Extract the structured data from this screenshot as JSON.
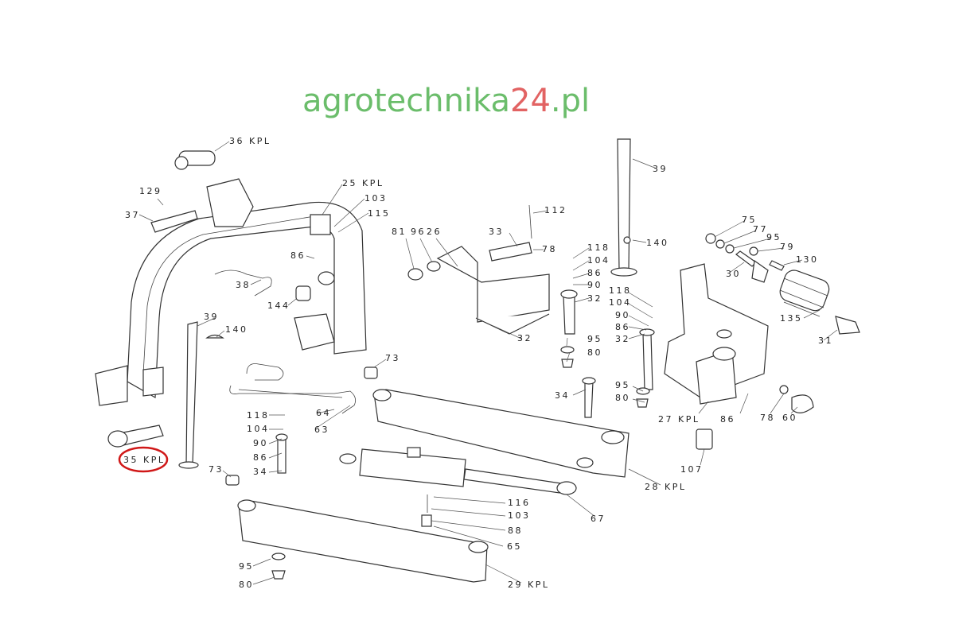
{
  "watermark": {
    "text_main": "agrotechnika",
    "text_accent": "24",
    "text_suffix": ".pl",
    "color_main": "#3aa83a",
    "color_accent": "#d93030"
  },
  "highlight_color": "#d01818",
  "labels": {
    "l36kpl": "36 KPL",
    "l129": "129",
    "l37": "37",
    "l25kpl": "25 KPL",
    "l103a": "103",
    "l115": "115",
    "l86a": "86",
    "l38": "38",
    "l144": "144",
    "l39a": "39",
    "l140a": "140",
    "l73a": "73",
    "l118a": "118",
    "l104a": "104",
    "l90a": "90",
    "l86b": "86",
    "l34a": "34",
    "l64": "64",
    "l63": "63",
    "l35kpl": "35 KPL",
    "l73b": "73",
    "l95a": "95",
    "l80a": "80",
    "l81": "81",
    "l96": "96",
    "l26": "26",
    "l33": "33",
    "l112": "112",
    "l78a": "78",
    "l118b": "118",
    "l104b": "104",
    "l86c": "86",
    "l90b": "90",
    "l32a": "32",
    "l32b": "32",
    "l95b": "95",
    "l80b": "80",
    "l118c": "118",
    "l104c": "104",
    "l90c": "90",
    "l86d": "86",
    "l32c": "32",
    "l39b": "39",
    "l140b": "140",
    "l75": "75",
    "l77": "77",
    "l95c": "95",
    "l79": "79",
    "l130": "130",
    "l30": "30",
    "l135": "135",
    "l31": "31",
    "l34b": "34",
    "l95d": "95",
    "l80c": "80",
    "l27kpl": "27 KPL",
    "l86e": "86",
    "l78b": "78",
    "l60": "60",
    "l107": "107",
    "l28kpl": "28 KPL",
    "l67": "67",
    "l116": "116",
    "l103b": "103",
    "l88": "88",
    "l65": "65",
    "l29kpl": "29 KPL"
  }
}
